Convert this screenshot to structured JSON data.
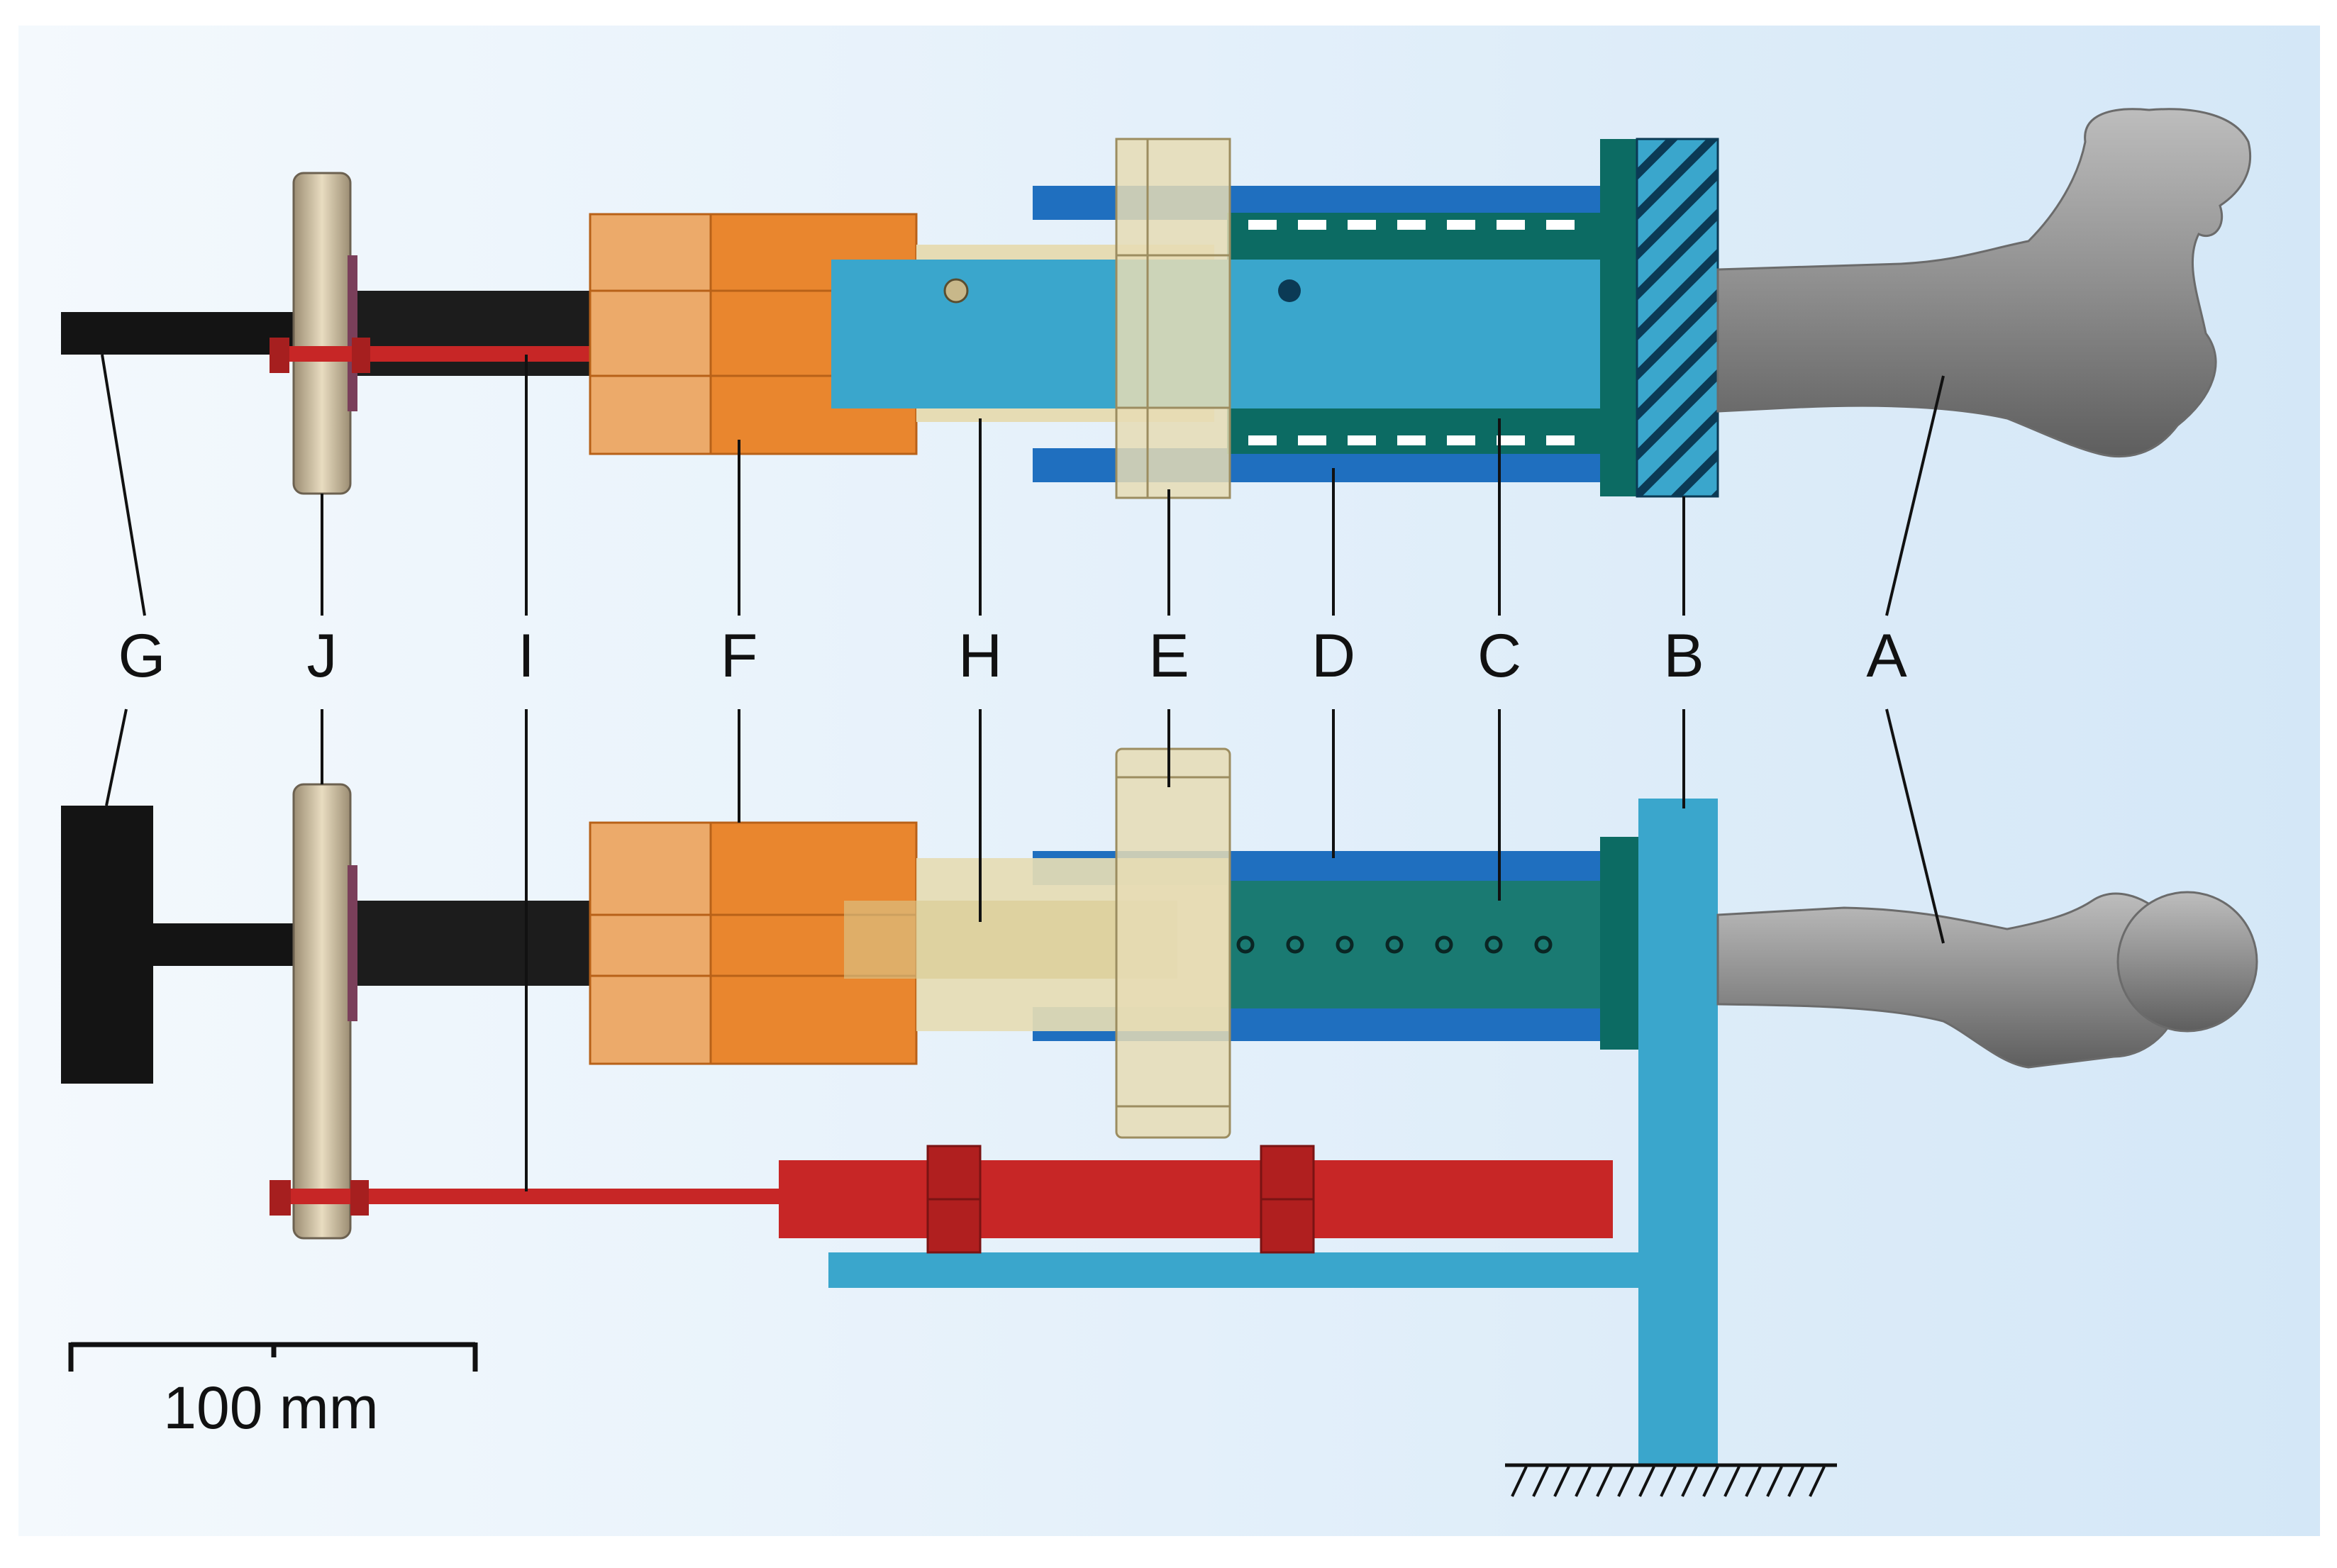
{
  "labels": {
    "A": "A",
    "B": "B",
    "C": "C",
    "D": "D",
    "E": "E",
    "F": "F",
    "G": "G",
    "H": "H",
    "I": "I",
    "J": "J"
  },
  "scale_bar": {
    "text": "100 mm"
  },
  "colors": {
    "background_left": "#f4f9fd",
    "background_right": "#d6e9f8",
    "blue_frame": "#3aa6cc",
    "rod_blue": "#1f6fbf",
    "dark_teal": "#0c6b63",
    "teal_bar": "#1a8a80",
    "orange": "#e9862e",
    "orange_light": "#ecaa6a",
    "beige": "#e6dcb4",
    "disc_tan": "#cdbd9b",
    "red": "#c72626",
    "black": "#141414",
    "bone_gray": "#8c8c8c"
  }
}
